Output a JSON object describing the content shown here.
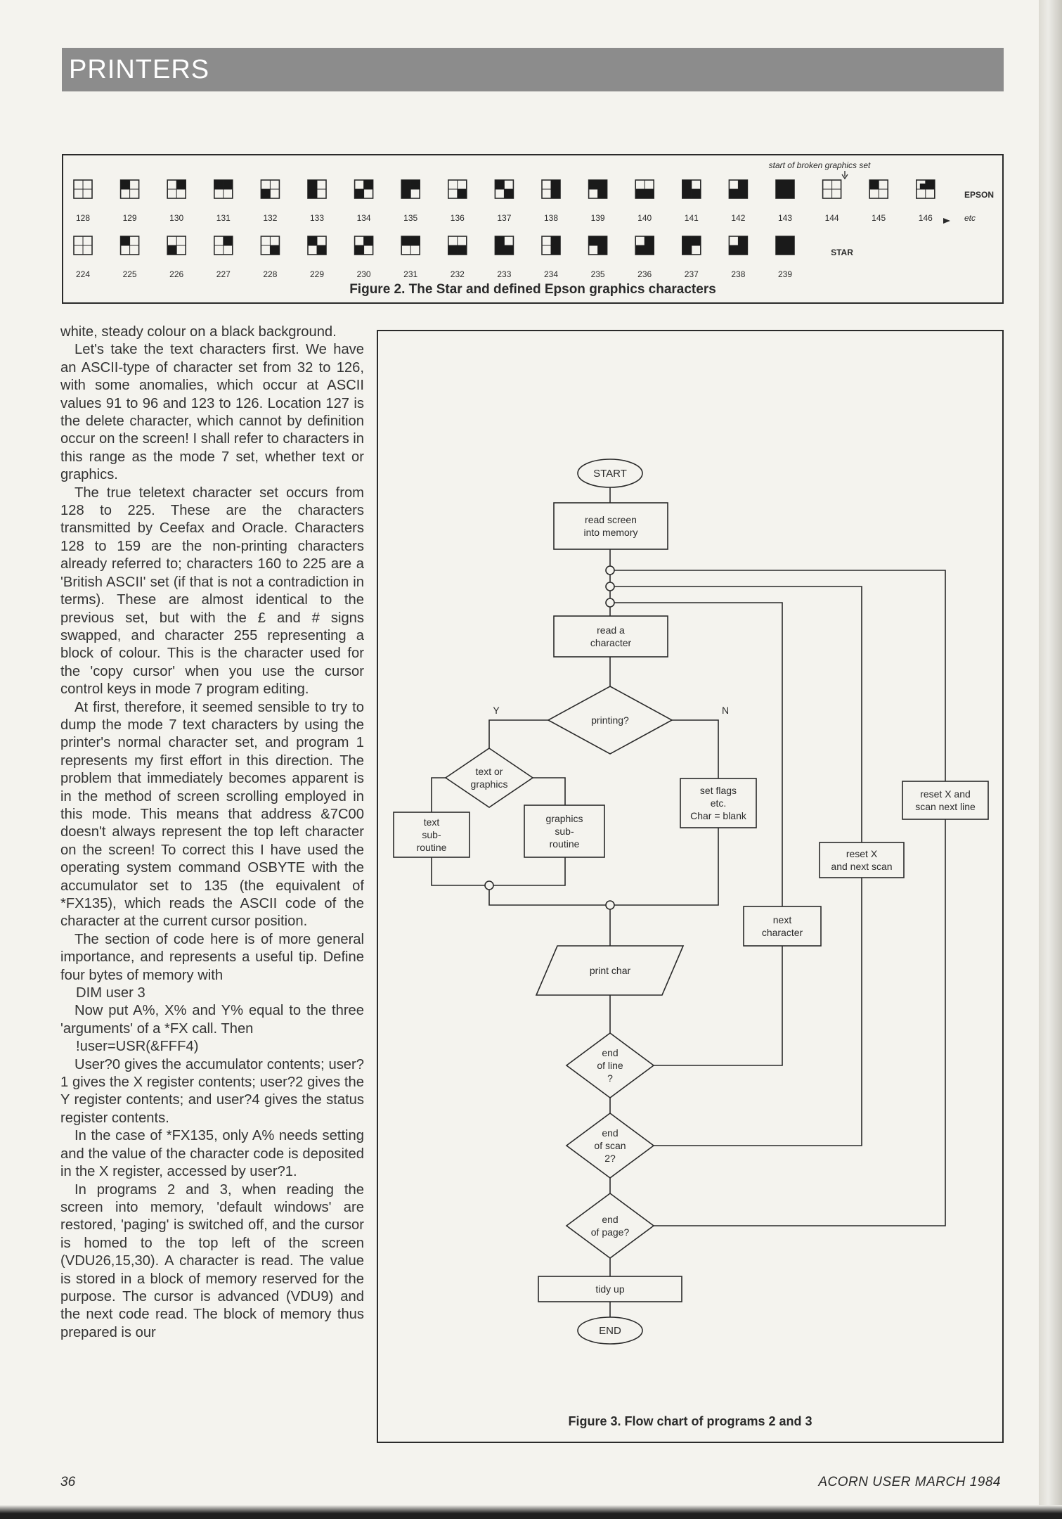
{
  "header": {
    "title": "PRINTERS"
  },
  "figure2": {
    "caption": "Figure 2. The Star and defined Epson graphics characters",
    "broken_set_note": "start of broken graphics set",
    "epson_label": "EPSON",
    "star_label": "STAR",
    "etc_label": "etc",
    "epson_codes": [
      "128",
      "129",
      "130",
      "131",
      "132",
      "133",
      "134",
      "135",
      "136",
      "137",
      "138",
      "139",
      "140",
      "141",
      "142",
      "143",
      "144",
      "145",
      "146"
    ],
    "star_codes": [
      "224",
      "225",
      "226",
      "227",
      "228",
      "229",
      "230",
      "231",
      "232",
      "233",
      "234",
      "235",
      "236",
      "237",
      "238",
      "239"
    ]
  },
  "body_paragraphs": [
    "white, steady colour on a black background.",
    "Let's take the text characters first. We have an ASCII-type of character set from 32 to 126, with some anomalies, which occur at ASCII values 91 to 96 and 123 to 126. Location 127 is the delete character, which cannot by definition occur on the screen! I shall refer to characters in this range as the mode 7 set, whether text or graphics.",
    "The true teletext character set occurs from 128 to 225. These are the characters transmitted by Ceefax and Oracle. Characters 128 to 159 are the non-printing characters already referred to; characters 160 to 225 are a 'British ASCII' set (if that is not a contradiction in terms). These are almost identical to the previous set, but with the £ and # signs swapped, and character 255 representing a block of colour. This is the character used for the 'copy cursor' when you use the cursor control keys in mode 7 program editing.",
    "At first, therefore, it seemed sensible to try to dump the mode 7 text characters by using the printer's normal character set, and program 1 represents my first effort in this direction. The problem that immediately becomes apparent is in the method of screen scrolling employed in this mode. This means that address &7C00 doesn't always represent the top left character on the screen! To correct this I have used the operating system command OSBYTE with the accumulator set to 135 (the equivalent of *FX135), which reads the ASCII code of the character at the current cursor position.",
    "The section of code here is of more general importance, and represents a useful tip. Define four bytes of memory with",
    "DIM user 3",
    "Now put A%, X% and Y% equal to the three 'arguments' of a *FX call. Then",
    "!user=USR(&FFF4)",
    "User?0 gives the accumulator contents; user?1 gives the X register contents; user?2 gives the Y register contents; and user?4 gives the status register contents.",
    "In the case of *FX135, only A% needs setting and the value of the character code is deposited in the X register, accessed by user?1.",
    "In programs 2 and 3, when reading the screen into memory, 'default windows' are restored, 'paging' is switched off, and the cursor is homed to the top left of the screen (VDU26,15,30). A character is read. The value is stored in a block of memory reserved for the purpose. The cursor is advanced (VDU9) and the next code read. The block of memory thus prepared is our"
  ],
  "figure3": {
    "caption": "Figure 3. Flow chart of programs 2 and 3",
    "nodes": {
      "start": "START",
      "read_screen": [
        "read screen",
        "into memory"
      ],
      "read_char": [
        "read a",
        "character"
      ],
      "printing": "printing?",
      "yes": "Y",
      "no": "N",
      "text_or_graphics": [
        "text or",
        "graphics"
      ],
      "text_sub": [
        "text",
        "sub-",
        "routine"
      ],
      "graphics_sub": [
        "graphics",
        "sub-",
        "routine"
      ],
      "set_flags": [
        "set flags",
        "etc.",
        "Char = blank"
      ],
      "next_char": [
        "next",
        "character"
      ],
      "reset_x": [
        "reset X",
        "and next scan"
      ],
      "reset_x_scan": [
        "reset X and",
        "scan next line"
      ],
      "print_char": "print char",
      "end_line": [
        "end",
        "of line",
        "?"
      ],
      "end_scan": [
        "end",
        "of scan",
        "2?"
      ],
      "end_page": [
        "end",
        "of page?"
      ],
      "tidy_up": "tidy up",
      "end": "END"
    }
  },
  "footer": {
    "page_number": "36",
    "magazine": "ACORN USER MARCH 1984"
  },
  "colors": {
    "header_bar": "#8c8c8c",
    "paper": "#f4f3ee",
    "ink": "#2a2a2a"
  }
}
